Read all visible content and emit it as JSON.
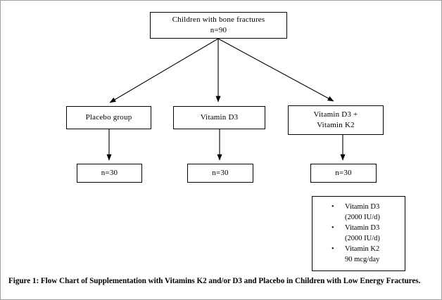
{
  "figure": {
    "caption": "Figure 1: Flow Chart of Supplementation with Vitamins K2 and/or D3 and Placebo in Children with Low Energy Fractures.",
    "border_color": "#a0a0a0",
    "line_color": "#000000",
    "background": "#ffffff"
  },
  "chart_data": {
    "type": "flowchart",
    "title": "Flow Chart of Supplementation with Vitamins K2 and/or D3 and Placebo in Children with Low Energy Fractures.",
    "root": {
      "label_line1": "Children with bone fractures",
      "label_line2": "n=90",
      "n": 90
    },
    "groups": [
      {
        "name": "Placebo group",
        "label_line1": "Placebo group",
        "label_line2": "",
        "allocated_label": "n=30",
        "n": 30
      },
      {
        "name": "Vitamin D3",
        "label_line1": "Vitamin D3",
        "label_line2": "",
        "allocated_label": "n=30",
        "n": 30
      },
      {
        "name": "Vitamin D3 + Vitamin K2",
        "label_line1": "Vitamin D3 +",
        "label_line2": "Vitamin K2",
        "allocated_label": "n=30",
        "n": 30
      }
    ]
  },
  "dose_box": {
    "items": [
      {
        "bullet": "•",
        "name": "Vitamin D3",
        "dose": "(2000 IU/d)"
      },
      {
        "bullet": "•",
        "name": "Vitamin D3",
        "dose": "(2000 IU/d)"
      },
      {
        "bullet": "•",
        "name": "Vitamin K2",
        "dose": "90 mcg/day"
      }
    ]
  }
}
